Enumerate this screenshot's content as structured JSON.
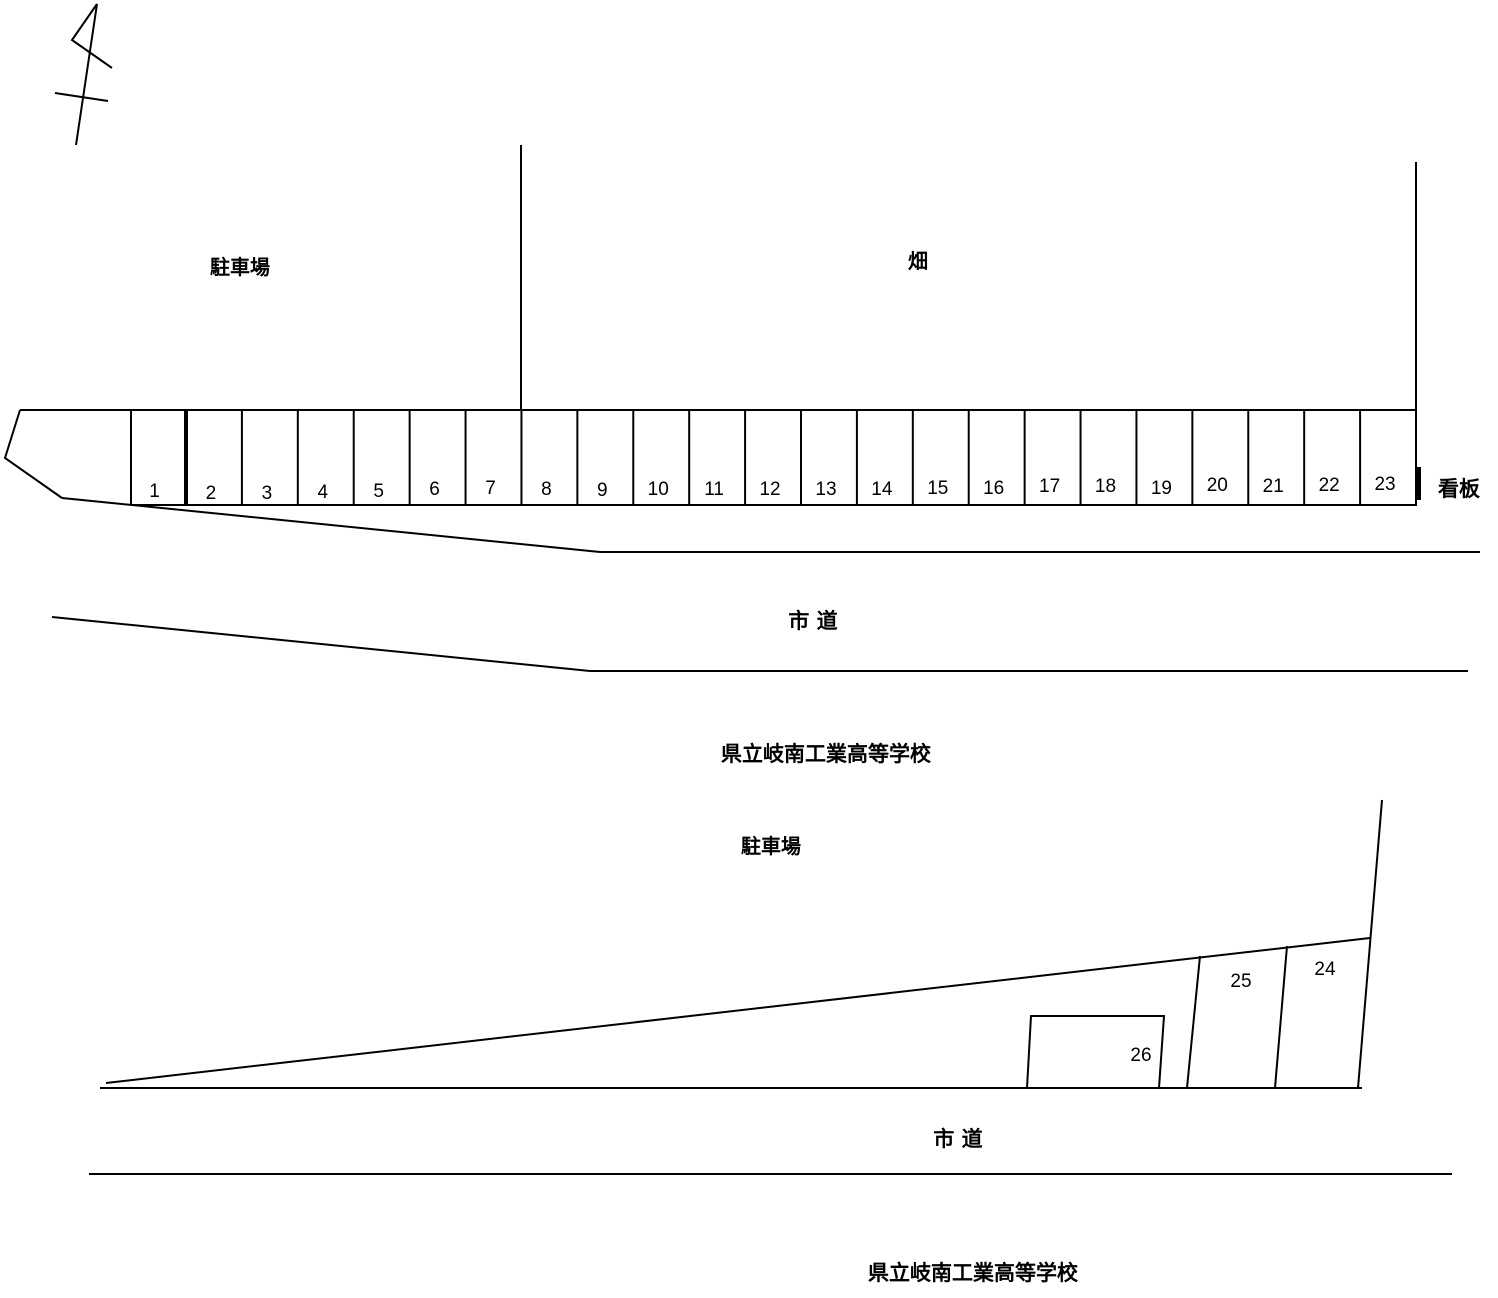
{
  "top_lot": {
    "parking_label": "駐車場",
    "field_label": "畑",
    "sign_label": "看板",
    "road_label": "市 道",
    "school_label": "県立岐南工業高等学校",
    "spaces": [
      "1",
      "2",
      "3",
      "4",
      "5",
      "6",
      "7",
      "8",
      "9",
      "10",
      "11",
      "12",
      "13",
      "14",
      "15",
      "16",
      "17",
      "18",
      "19",
      "20",
      "21",
      "22",
      "23"
    ]
  },
  "bottom_lot": {
    "parking_label": "駐車場",
    "road_label": "市 道",
    "school_label": "県立岐南工業高等学校",
    "spaces": [
      "24",
      "25",
      "26"
    ]
  },
  "north_arrow": "north-arrow-icon"
}
